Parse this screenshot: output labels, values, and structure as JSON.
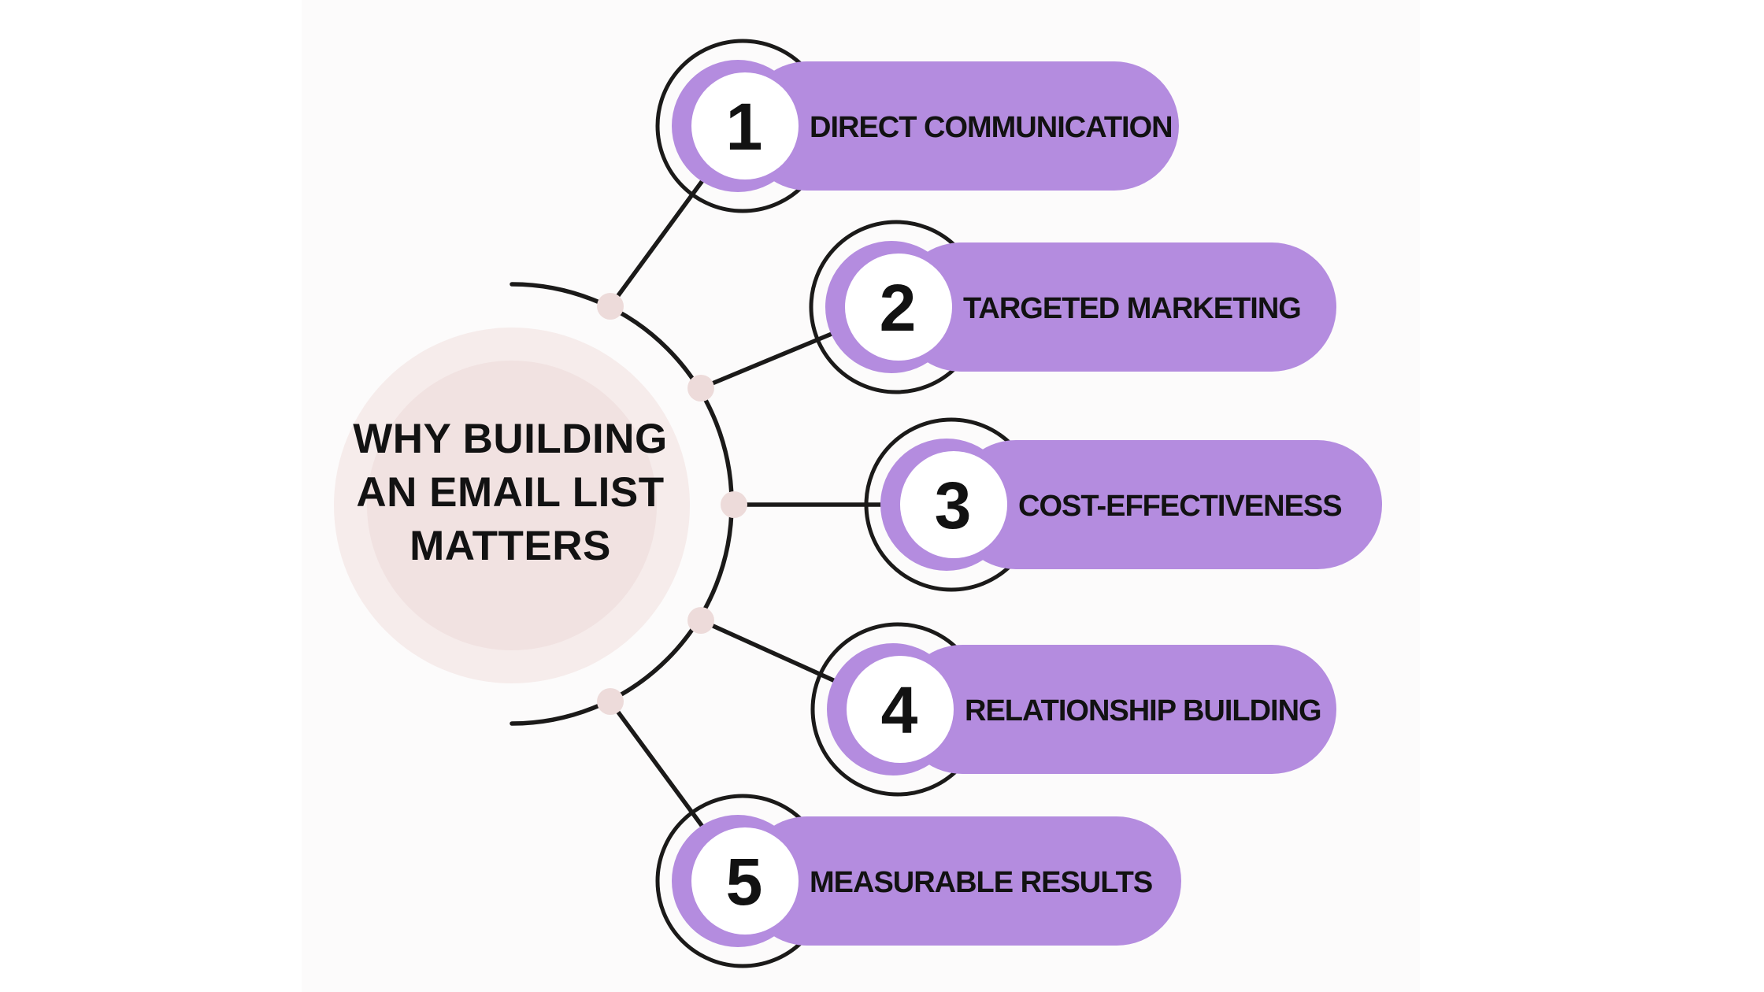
{
  "center": {
    "title_lines": {
      "line1": "WHY BUILDING",
      "line2": "AN EMAIL LIST",
      "line3": "MATTERS"
    }
  },
  "items": [
    {
      "number": "1",
      "label": "DIRECT COMMUNICATION"
    },
    {
      "number": "2",
      "label": "TARGETED MARKETING"
    },
    {
      "number": "3",
      "label": "COST-EFFECTIVENESS"
    },
    {
      "number": "4",
      "label": "RELATIONSHIP BUILDING"
    },
    {
      "number": "5",
      "label": "MEASURABLE RESULTS"
    }
  ],
  "colors": {
    "background": "#FFFFFF",
    "canvas_tint": "#FCFBFB",
    "pill_purple": "#B48CDF",
    "badge_inner_purple": "#B48CDF",
    "badge_white": "#FFFFFF",
    "outline_black": "#1B1A19",
    "text_black": "#121212",
    "center_circle_outer": "#F6ECEB",
    "center_circle_inner": "#F1E2E1",
    "connector_dot_pink": "#EDDBDA"
  }
}
